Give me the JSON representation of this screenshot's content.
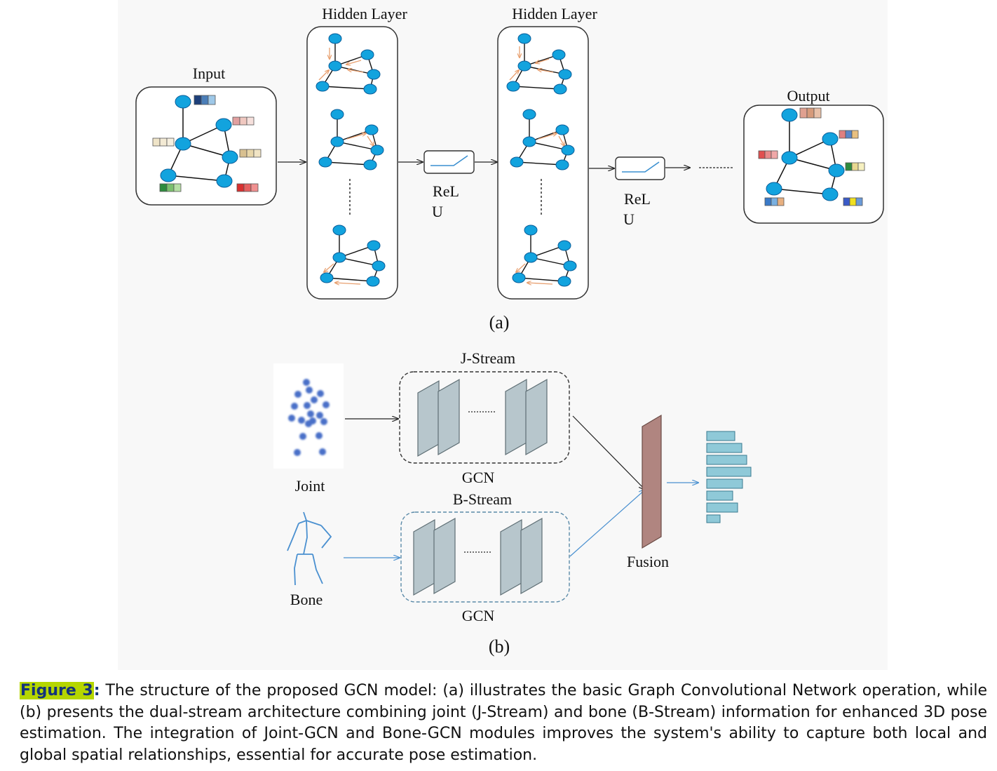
{
  "panel_a": {
    "input_label": "Input",
    "hidden_layer_1_label": "Hidden Layer",
    "hidden_layer_2_label": "Hidden Layer",
    "relu_1_label_line1": "ReL",
    "relu_1_label_line2": "U",
    "relu_2_label_line1": "ReL",
    "relu_2_label_line2": "U",
    "output_label": "Output",
    "panel_tag": "(a)"
  },
  "panel_b": {
    "j_stream_label": "J-Stream",
    "b_stream_label": "B-Stream",
    "gcn_label_top": "GCN",
    "gcn_label_bottom": "GCN",
    "joint_label": "Joint",
    "bone_label": "Bone",
    "fusion_label": "Fusion",
    "panel_tag": "(b)"
  },
  "colors": {
    "node": "#12a3de",
    "node_stroke": "#0a5e9a",
    "edge_arrow": "#e8a070",
    "gcn_layer": "#b7c6cc",
    "fusion": "#b08580",
    "output_bar": "#8fc9d8",
    "bone_stream": "#4a90d0",
    "caption_highlight": "#b5d600",
    "caption_label": "#14347a"
  },
  "caption": {
    "label": "Figure 3",
    "separator": ":",
    "text": " The structure of the proposed GCN model: (a) illustrates the basic Graph Convolutional Network operation, while (b) presents the dual-stream architecture combining joint (J-Stream) and bone (B-Stream) information for enhanced 3D pose estimation. The integration of Joint-GCN and Bone-GCN modules improves the system's ability to capture both local and global spatial relationships, essential for accurate pose estimation."
  }
}
